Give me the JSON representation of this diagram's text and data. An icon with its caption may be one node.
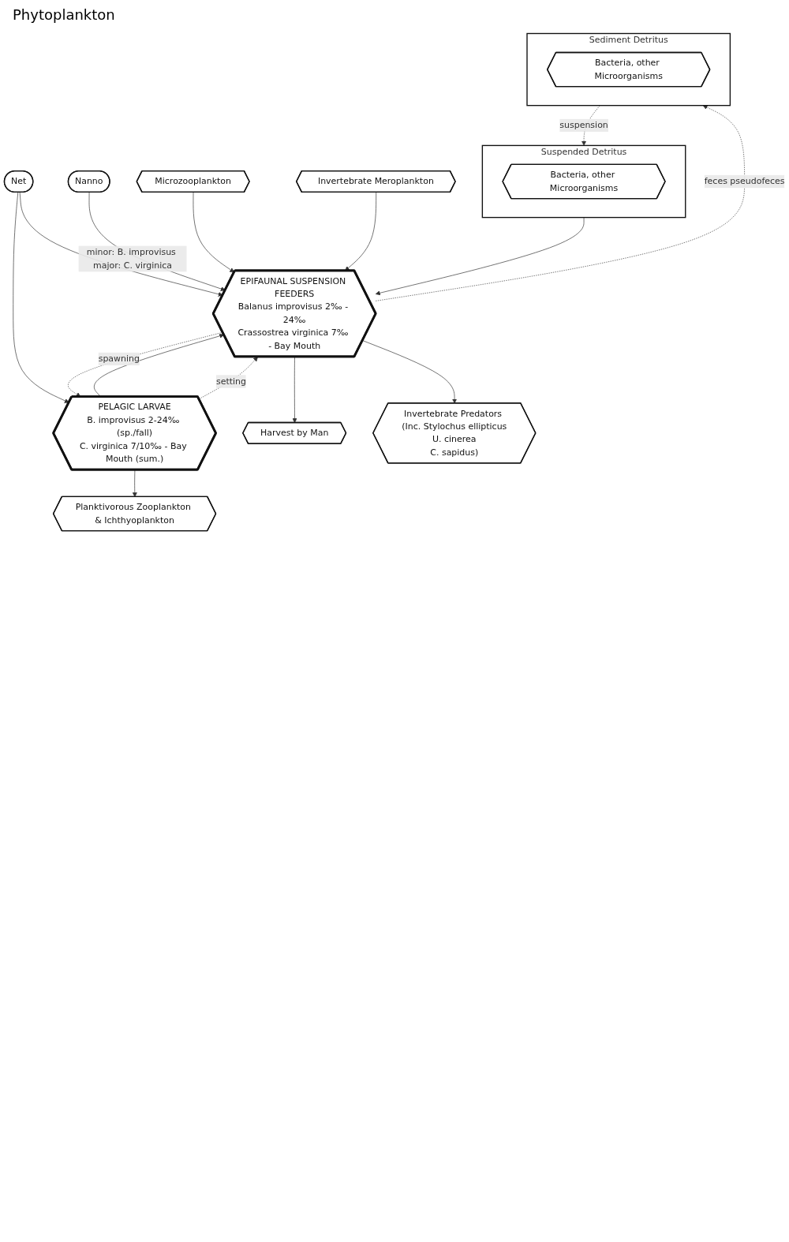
{
  "diagram": {
    "nodes": [
      {
        "text": [
          "PELAGIC LARVAE",
          "B. improvisus 2-24‰ (sp./fall)",
          "C. virginica 7/10‰ - Bay Mouth (sum.)"
        ]
      },
      {
        "text": [
          "Planktivorous Zooplankton & Ichthyoplankton"
        ]
      },
      {
        "text": [
          "EPIFAUNAL SUSPENSION FEEDERS",
          "Balanus improvisus 2‰ - 24‰",
          "Crassostrea virginica 7‰ - Bay Mouth"
        ]
      },
      {
        "text": [
          "Suspended Detritus"
        ]
      },
      {
        "text": [
          "Bacteria, other Microorganisms"
        ],
        "in": 3
      },
      {
        "text": [
          "Sediment Detritus"
        ]
      },
      {
        "text": [
          "Bacteria, other Microorganisms"
        ],
        "in": 5
      },
      {
        "text": [
          "Net"
        ]
      },
      {
        "text": [
          "Nanno"
        ]
      },
      {
        "text": [
          "Microzooplankton"
        ]
      },
      {
        "text": [
          "Invertebrate Meroplankton"
        ]
      },
      {
        "text": [
          "Harvest by Man"
        ]
      },
      {
        "text": [
          "Invertebrate Predators (Inc. Stylochus ellipticus",
          "U. cinerea",
          "C. sapidus)"
        ]
      }
    ],
    "edges": [
      {
        "from": 0,
        "to": 1,
        "arrow": "to"
      },
      {
        "from": 0,
        "to": 2,
        "arrow": "to"
      },
      {
        "from": 7,
        "to": 0,
        "arrow": "to"
      },
      {
        "from": 2,
        "to": 0,
        "arrow": "to",
        "label": "spawning",
        "style": "dashed"
      },
      {
        "from": 0,
        "to": 2,
        "arrow": "to",
        "label": "setting",
        "style": "dashed"
      },
      {
        "from": 7,
        "to": 2,
        "arrow": "to"
      },
      {
        "from": 8,
        "to": 2,
        "arrow": "to",
        "label": "minor: B. improvisus major: C. virginica"
      },
      {
        "from": 9,
        "to": 2,
        "arrow": "to"
      },
      {
        "from": 10,
        "to": 2,
        "arrow": "to"
      },
      {
        "from": 2,
        "to": 11,
        "arrow": "to"
      },
      {
        "from": 2,
        "to": 12,
        "arrow": "to"
      },
      {
        "from": 3,
        "to": 2,
        "arrow": "to"
      },
      {
        "from": 2,
        "to": 5,
        "arrow": "to",
        "label": "feces pseudofeces",
        "style": "dashed"
      },
      {
        "from": 5,
        "to": 3,
        "arrow": "to",
        "label": "suspension",
        "style": "dashed"
      }
    ],
    "labels": [
      "Phytoplankton"
    ]
  }
}
